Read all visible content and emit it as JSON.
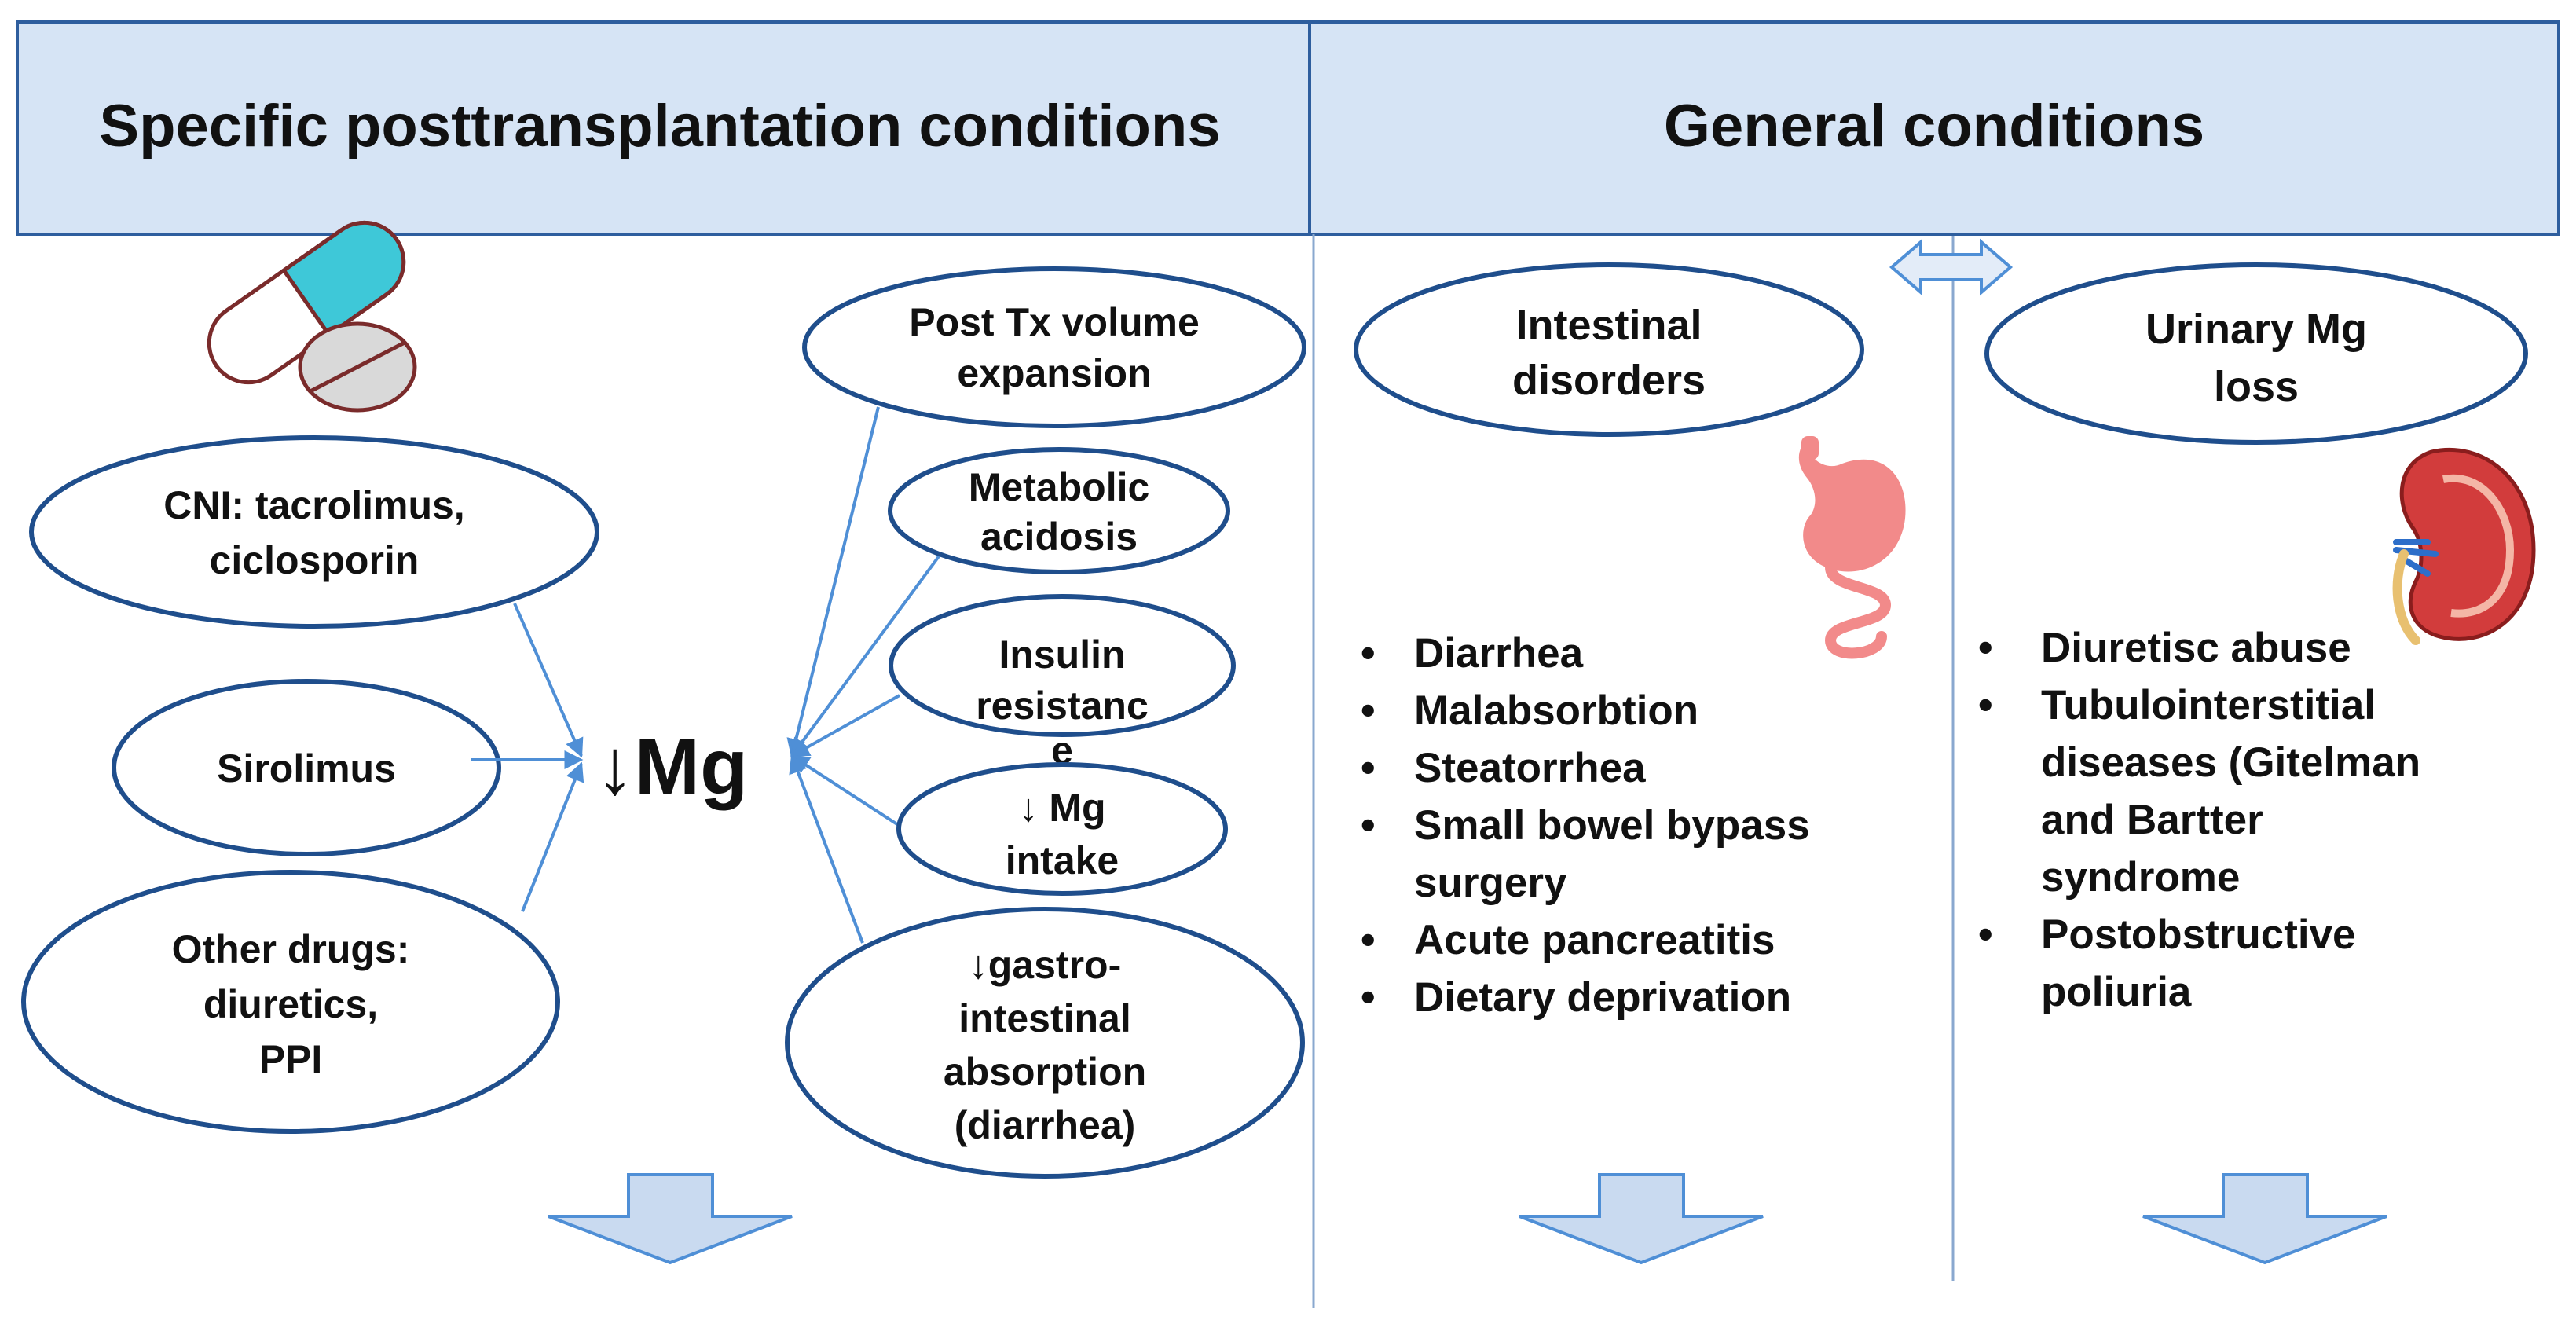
{
  "header": {
    "left_title": "Specific posttransplantation conditions",
    "right_title": "General conditions"
  },
  "center_label": "↓Mg",
  "left_nodes": [
    {
      "lines": [
        "CNI: tacrolimus,",
        "ciclosporin"
      ]
    },
    {
      "lines": [
        "Sirolimus"
      ]
    },
    {
      "lines": [
        "Other drugs:",
        "diuretics,",
        "PPI"
      ]
    }
  ],
  "right_nodes": [
    {
      "lines": [
        "Post Tx volume",
        "expansion"
      ]
    },
    {
      "lines": [
        "Metabolic",
        "acidosis"
      ]
    },
    {
      "lines": [
        "Insulin",
        "resistanc",
        "e"
      ]
    },
    {
      "lines": [
        "↓ Mg",
        "intake"
      ]
    },
    {
      "lines": [
        "↓gastro-",
        "intestinal",
        "absorption",
        "(diarrhea)"
      ]
    }
  ],
  "intestinal": {
    "title_lines": [
      "Intestinal",
      "disorders"
    ],
    "bullets": [
      [
        "Diarrhea"
      ],
      [
        "Malabsorbtion"
      ],
      [
        "Steatorrhea"
      ],
      [
        "Small bowel bypass",
        "surgery"
      ],
      [
        "Acute pancreatitis"
      ],
      [
        "Dietary deprivation"
      ]
    ]
  },
  "urinary": {
    "title_lines": [
      "Urinary Mg",
      "loss"
    ],
    "bullets": [
      [
        "Diuretisc abuse"
      ],
      [
        "Tubulointerstitial",
        "diseases (Gitelman",
        "and Bartter",
        "syndrome"
      ],
      [
        "Postobstructive",
        "poliuria"
      ]
    ]
  },
  "colors": {
    "header_fill": "#d6e4f5",
    "line_blue": "#2e5e9e",
    "arrow_blue": "#4f8fd6",
    "down_arrow_fill": "#c9daf0",
    "pill_teal": "#3ec8d8",
    "stomach_pink": "#f28a8a",
    "kidney_red": "#d23c3c"
  },
  "icons": [
    "pill-capsule-icon",
    "tablet-icon",
    "stomach-icon",
    "kidney-icon",
    "down-arrow-icon",
    "double-arrow-icon"
  ]
}
